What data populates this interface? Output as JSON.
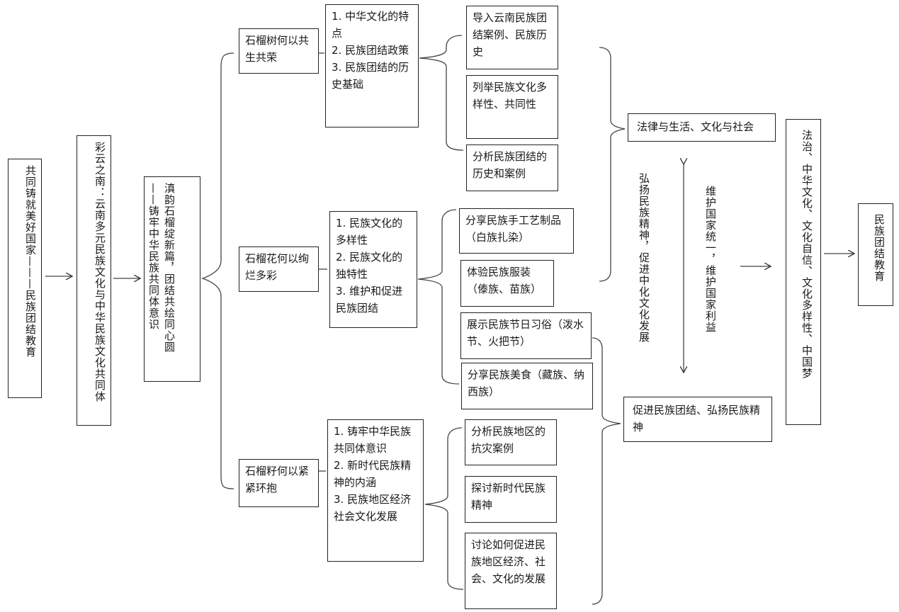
{
  "root": "共同铸就美好国家———民族团结教育",
  "theme": "彩云之南：云南多元民族文化与中华民族文化共同体",
  "core": {
    "line1": "滇韵石榴绽新篇，团结共绘同心圆",
    "line2": "——铸牢中华民族共同体意识"
  },
  "branches": [
    {
      "title": "石榴树何以共生共荣",
      "points": "1. 中华文化的特点\n2. 民族团结政策\n3. 民族团结的历史基础"
    },
    {
      "title": "石榴花何以绚烂多彩",
      "points": "1. 民族文化的多样性\n2. 民族文化的独特性\n3. 维护和促进民族团结"
    },
    {
      "title": "石榴籽何以紧紧环抱",
      "points": "1. 铸牢中华民族共同体意识\n2. 新时代民族精神的内涵\n3. 民族地区经济社会文化发展"
    }
  ],
  "activities": [
    "导入云南民族团结案例、民族历史",
    "列举民族文化多样性、共同性",
    "分析民族团结的历史和案例",
    "分享民族手工艺制品（白族扎染）",
    "体验民族服装（傣族、苗族）",
    "展示民族节日习俗（泼水节、火把节）",
    "分享民族美食（藏族、纳西族）",
    "分析民族地区的抗灾案例",
    "探讨新时代民族精神",
    "讨论如何促进民族地区经济、社会、文化的发展"
  ],
  "subject_top": "法律与生活、文化与社会",
  "subject_bottom": "促进民族团结、弘扬民族精神",
  "vertical_left": "弘扬民族精神，促进中化文化发展",
  "vertical_right": "维护国家统一，维护国家利益",
  "values": "法治、中华文化、文化自信、文化多样性、中国梦",
  "final": "民族团结教育"
}
